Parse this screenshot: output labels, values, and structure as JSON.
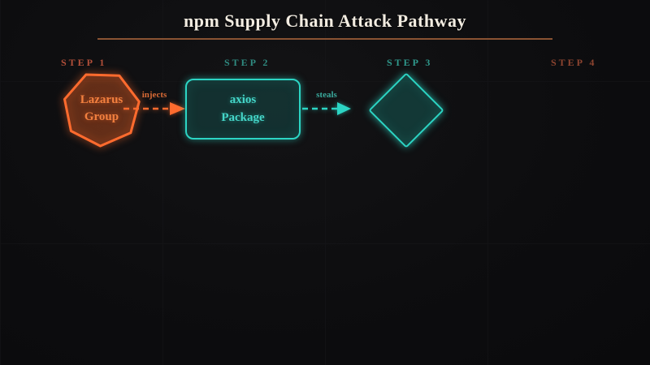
{
  "diagram": {
    "title": "npm Supply Chain Attack Pathway",
    "steps": [
      {
        "label": "STEP 1",
        "node": {
          "shape": "heptagon",
          "lines": [
            "Lazarus",
            "Group"
          ]
        }
      },
      {
        "label": "STEP 2",
        "node": {
          "shape": "rounded-rectangle",
          "lines": [
            "axios",
            "Package"
          ]
        }
      },
      {
        "label": "STEP 3",
        "node": {
          "shape": "diamond",
          "lines": []
        }
      },
      {
        "label": "STEP 4",
        "node": null
      }
    ],
    "edges": [
      {
        "label": "injects",
        "from": "STEP 1",
        "to": "STEP 2",
        "style": "dashed-arrow",
        "theme": "orange"
      },
      {
        "label": "steals",
        "from": "STEP 2",
        "to": "STEP 3",
        "style": "dashed-arrow",
        "theme": "teal"
      }
    ]
  },
  "colors": {
    "background": "#0d0d0f",
    "grid_line": "#1a1a1d",
    "title_text": "#f2ece1",
    "title_underline": "#8a5333",
    "orange_accent": "#ff6b2e",
    "orange_node_fill": "rgba(190,80,30,0.28)",
    "orange_node_text": "#f2803f",
    "teal_accent": "#2cd5c4",
    "teal_node_fill": "rgba(22,95,90,0.4)",
    "teal_node_text": "#45d5c8",
    "step1_label": "#b5503a",
    "step2_label": "#2f8b81",
    "step3_label": "#2f9a8d",
    "step4_label": "#8f4530",
    "injects_label": "#d96a35",
    "steals_label": "#3aa99c"
  }
}
